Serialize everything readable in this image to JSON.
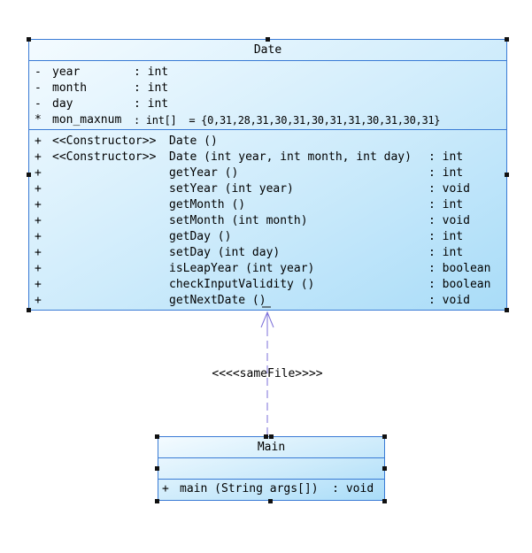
{
  "date_class": {
    "name": "Date",
    "attributes": [
      {
        "vis": "-",
        "name": "year",
        "type": ": int"
      },
      {
        "vis": "-",
        "name": "month",
        "type": ": int"
      },
      {
        "vis": "-",
        "name": "day",
        "type": ": int"
      },
      {
        "vis": "*",
        "name": "mon_maxnum",
        "type": ": int[]  = {0,31,28,31,30,31,30,31,31,30,31,30,31}"
      }
    ],
    "methods": [
      {
        "vis": "+",
        "stereo": "<<Constructor>>",
        "sig": "Date ()",
        "ret": ""
      },
      {
        "vis": "+",
        "stereo": "<<Constructor>>",
        "sig": "Date (int year, int month, int day)",
        "ret": ": int"
      },
      {
        "vis": "+",
        "stereo": "",
        "sig": "getYear ()",
        "ret": ": int"
      },
      {
        "vis": "+",
        "stereo": "",
        "sig": "setYear (int year)",
        "ret": ": void"
      },
      {
        "vis": "+",
        "stereo": "",
        "sig": "getMonth ()",
        "ret": ": int"
      },
      {
        "vis": "+",
        "stereo": "",
        "sig": "setMonth (int month)",
        "ret": ": void"
      },
      {
        "vis": "+",
        "stereo": "",
        "sig": "getDay ()",
        "ret": ": int"
      },
      {
        "vis": "+",
        "stereo": "",
        "sig": "setDay (int day)",
        "ret": ": int"
      },
      {
        "vis": "+",
        "stereo": "",
        "sig": "isLeapYear (int year)",
        "ret": ": boolean"
      },
      {
        "vis": "+",
        "stereo": "",
        "sig": "checkInputValidity ()",
        "ret": ": boolean"
      },
      {
        "vis": "+",
        "stereo": "",
        "sig": "getNextDate ()",
        "ret": ": void"
      }
    ]
  },
  "main_class": {
    "name": "Main",
    "methods": [
      {
        "vis": "+",
        "text": "main (String args[])  : void"
      }
    ]
  },
  "relationship": {
    "label": "<<<<sameFile>>>>",
    "color": "#7b6fd8"
  },
  "colors": {
    "border": "#3a7bd5",
    "fill_light": "#f4fbff",
    "fill_dark": "#a9dcf8"
  }
}
